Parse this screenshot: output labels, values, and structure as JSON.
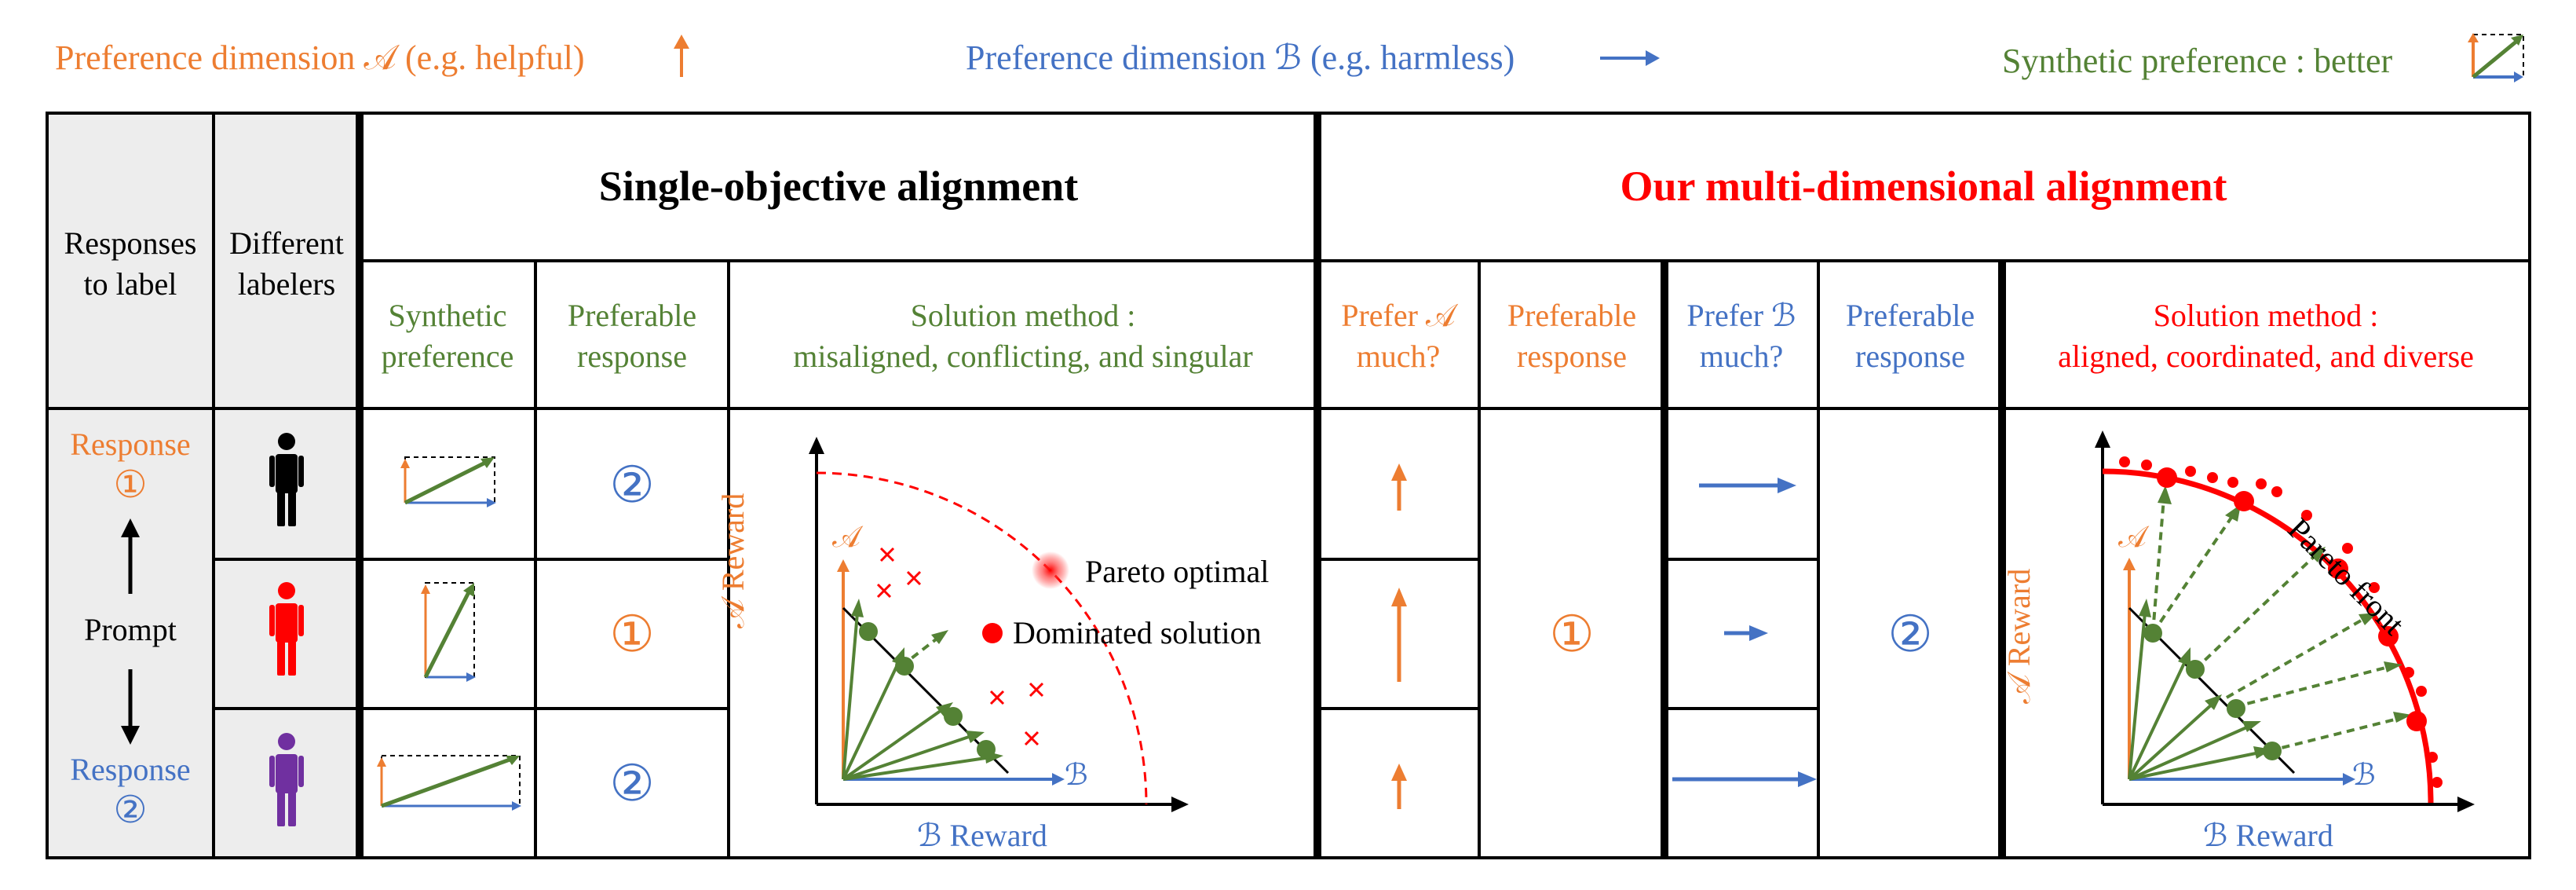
{
  "legend": {
    "dim_a": "Preference dimension 𝒜 (e.g. helpful)",
    "dim_b": "Preference dimension ℬ (e.g. harmless)",
    "synthetic": "Synthetic preference : better"
  },
  "left_headers": {
    "responses": "Responses\nto label",
    "labelers": "Different\nlabelers"
  },
  "single": {
    "title": "Single-objective alignment",
    "col_synthetic": "Synthetic\npreference",
    "col_preferable": "Preferable\nresponse",
    "col_solution": "Solution method :\nmisaligned, conflicting, and singular",
    "rows_choice": [
      "②",
      "①",
      "②"
    ],
    "chart": {
      "pareto_optimal": "Pareto optimal",
      "dominated": "Dominated solution",
      "y_label": "𝒜 Reward",
      "x_label": "ℬ  Reward",
      "a_axis": "𝒜",
      "b_axis": "ℬ"
    }
  },
  "multi": {
    "title": "Our multi-dimensional alignment",
    "col_prefer_a": "Prefer 𝒜\nmuch?",
    "col_pref_resp_a": "Preferable\nresponse",
    "col_prefer_b": "Prefer ℬ\nmuch?",
    "col_pref_resp_b": "Preferable\nresponse",
    "col_solution": "Solution method :\naligned, coordinated, and diverse",
    "choice_a": "①",
    "choice_b": "②",
    "chart": {
      "pareto_front": "Pareto front",
      "y_label": "𝒜 Reward",
      "x_label": "ℬ  Reward",
      "a_axis": "𝒜",
      "b_axis": "ℬ"
    }
  },
  "prompt_col": {
    "response1": "Response",
    "response1_num": "①",
    "prompt": "Prompt",
    "response2": "Response",
    "response2_num": "②"
  },
  "colors": {
    "orange": "#ED7D31",
    "blue": "#4472C4",
    "green": "#548235",
    "red": "#FF0000",
    "purple": "#7030A0"
  }
}
